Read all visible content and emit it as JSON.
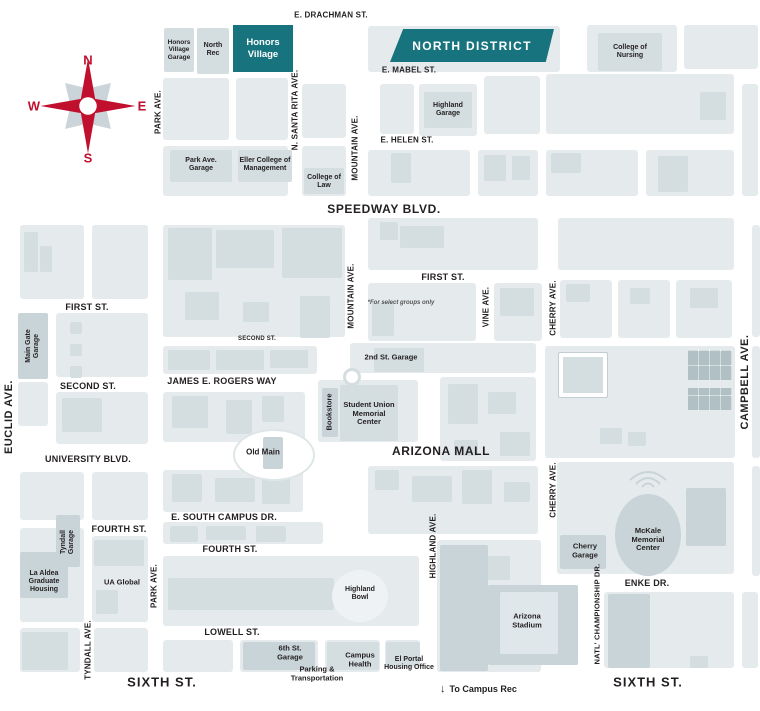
{
  "compass": {
    "n": "N",
    "s": "S",
    "e": "E",
    "w": "W"
  },
  "districts": {
    "honors_village": "Honors Village",
    "north_district": "NORTH DISTRICT"
  },
  "streets": {
    "drachman": "E. DRACHMAN ST.",
    "mabel": "E. MABEL ST.",
    "helen": "E. HELEN ST.",
    "speedway": "SPEEDWAY BLVD.",
    "first_west": "FIRST ST.",
    "first_east": "FIRST ST.",
    "second_minor": "SECOND ST.",
    "second_west": "SECOND ST.",
    "james_rogers": "JAMES E. ROGERS WAY",
    "university": "UNIVERSITY BLVD.",
    "arizona_mall": "ARIZONA MALL",
    "south_campus": "E. SOUTH CAMPUS DR.",
    "fourth_west": "FOURTH ST.",
    "fourth_mid": "FOURTH ST.",
    "lowell": "LOWELL ST.",
    "sixth_west": "SIXTH ST.",
    "sixth_east": "SIXTH ST.",
    "enke": "ENKE DR.",
    "park_north": "PARK AVE.",
    "park_south": "PARK AVE.",
    "santa_rita": "N. SANTA RITA AVE.",
    "mountain_north": "MOUNTAIN AVE.",
    "mountain_mid": "MOUNTAIN AVE.",
    "euclid": "EUCLID AVE.",
    "vine": "VINE AVE.",
    "cherry_north": "CHERRY AVE.",
    "cherry_south": "CHERRY AVE.",
    "campbell": "CAMPBELL AVE.",
    "tyndall": "TYNDALL AVE.",
    "highland": "HIGHLAND AVE.",
    "natl_championship": "NATL' CHAMPIONSHIP DR."
  },
  "buildings": {
    "honors_village_garage": "Honors Village Garage",
    "north_rec": "North Rec",
    "college_of_nursing": "College of Nursing",
    "highland_garage": "Highland Garage",
    "park_ave_garage": "Park Ave. Garage",
    "eller": "Eller College of Management",
    "college_of_law": "College of Law",
    "main_gate_garage": "Main Gate Garage",
    "second_st_garage": "2nd St. Garage",
    "bookstore": "Bookstore",
    "student_union": "Student Union Memorial Center",
    "old_main": "Old Main",
    "tyndall_garage": "Tyndall Garage",
    "la_aldea": "La Aldea Graduate Housing",
    "ua_global": "UA Global",
    "highland_bowl": "Highland Bowl",
    "sixth_st_garage": "6th St. Garage",
    "parking_transportation": "Parking & Transportation",
    "campus_health": "Campus Health",
    "el_portal": "El Portal Housing Office",
    "arizona_stadium": "Arizona Stadium",
    "cherry_garage": "Cherry Garage",
    "mckale": "McKale Memorial Center"
  },
  "notes": {
    "select_groups": "*For select groups only",
    "to_campus_rec_arrow": "↓",
    "to_campus_rec": "To Campus Rec"
  },
  "colors": {
    "teal": "#17747E",
    "red": "#C10F2E",
    "block": "#E5EAEC",
    "building": "#D4DDE0",
    "ink": "#231F20"
  }
}
